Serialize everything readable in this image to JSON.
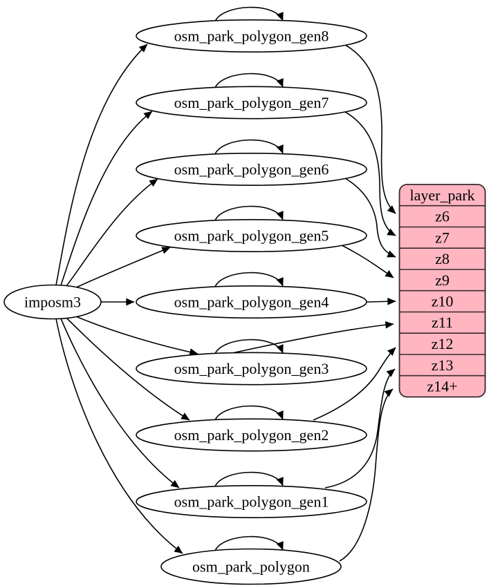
{
  "diagram": {
    "source": {
      "label": "imposm3"
    },
    "tables": [
      {
        "label": "osm_park_polygon_gen8"
      },
      {
        "label": "osm_park_polygon_gen7"
      },
      {
        "label": "osm_park_polygon_gen6"
      },
      {
        "label": "osm_park_polygon_gen5"
      },
      {
        "label": "osm_park_polygon_gen4"
      },
      {
        "label": "osm_park_polygon_gen3"
      },
      {
        "label": "osm_park_polygon_gen2"
      },
      {
        "label": "osm_park_polygon_gen1"
      },
      {
        "label": "osm_park_polygon"
      }
    ],
    "layer": {
      "title": "layer_park",
      "rows": [
        "z6",
        "z7",
        "z8",
        "z9",
        "z10",
        "z11",
        "z12",
        "z13",
        "z14+"
      ]
    },
    "edges": [
      {
        "from": "imposm3",
        "to": "osm_park_polygon_gen8"
      },
      {
        "from": "imposm3",
        "to": "osm_park_polygon_gen7"
      },
      {
        "from": "imposm3",
        "to": "osm_park_polygon_gen6"
      },
      {
        "from": "imposm3",
        "to": "osm_park_polygon_gen5"
      },
      {
        "from": "imposm3",
        "to": "osm_park_polygon_gen4"
      },
      {
        "from": "imposm3",
        "to": "osm_park_polygon_gen3"
      },
      {
        "from": "imposm3",
        "to": "osm_park_polygon_gen2"
      },
      {
        "from": "imposm3",
        "to": "osm_park_polygon_gen1"
      },
      {
        "from": "imposm3",
        "to": "osm_park_polygon"
      },
      {
        "from": "osm_park_polygon_gen8",
        "to": "osm_park_polygon_gen8",
        "type": "self-loop"
      },
      {
        "from": "osm_park_polygon_gen7",
        "to": "osm_park_polygon_gen7",
        "type": "self-loop"
      },
      {
        "from": "osm_park_polygon_gen6",
        "to": "osm_park_polygon_gen6",
        "type": "self-loop"
      },
      {
        "from": "osm_park_polygon_gen5",
        "to": "osm_park_polygon_gen5",
        "type": "self-loop"
      },
      {
        "from": "osm_park_polygon_gen4",
        "to": "osm_park_polygon_gen4",
        "type": "self-loop"
      },
      {
        "from": "osm_park_polygon_gen3",
        "to": "osm_park_polygon_gen3",
        "type": "self-loop"
      },
      {
        "from": "osm_park_polygon_gen2",
        "to": "osm_park_polygon_gen2",
        "type": "self-loop"
      },
      {
        "from": "osm_park_polygon_gen1",
        "to": "osm_park_polygon_gen1",
        "type": "self-loop"
      },
      {
        "from": "osm_park_polygon",
        "to": "osm_park_polygon",
        "type": "self-loop"
      },
      {
        "from": "osm_park_polygon_gen8",
        "to": "layer_park:z6"
      },
      {
        "from": "osm_park_polygon_gen7",
        "to": "layer_park:z7"
      },
      {
        "from": "osm_park_polygon_gen6",
        "to": "layer_park:z8"
      },
      {
        "from": "osm_park_polygon_gen5",
        "to": "layer_park:z9"
      },
      {
        "from": "osm_park_polygon_gen4",
        "to": "layer_park:z10"
      },
      {
        "from": "osm_park_polygon_gen3",
        "to": "layer_park:z11"
      },
      {
        "from": "osm_park_polygon_gen2",
        "to": "layer_park:z12"
      },
      {
        "from": "osm_park_polygon_gen1",
        "to": "layer_park:z13"
      },
      {
        "from": "osm_park_polygon",
        "to": "layer_park:z14+"
      }
    ],
    "colors": {
      "layer_fill": "#ffb6c1",
      "table_fill": "#ffffff",
      "edge": "#000000",
      "background": "#ffffff"
    }
  }
}
